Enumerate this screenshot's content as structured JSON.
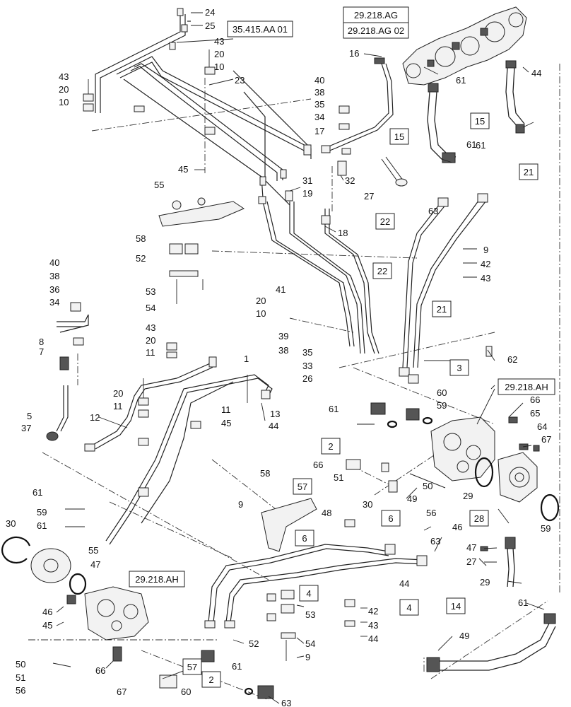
{
  "references": [
    "29.218.AG",
    "29.218.AG 02",
    "35.415.AA 01",
    "29.218.AH",
    "29.218.AH"
  ],
  "callouts": [
    "24",
    "25",
    "43",
    "20",
    "10",
    "23",
    "43",
    "20",
    "10",
    "16",
    "44",
    "40",
    "38",
    "35",
    "34",
    "17",
    "32",
    "31",
    "19",
    "27",
    "45",
    "55",
    "58",
    "52",
    "53",
    "54",
    "18",
    "63",
    "61",
    "9",
    "42",
    "43",
    "40",
    "38",
    "36",
    "34",
    "8",
    "7",
    "41",
    "20",
    "10",
    "39",
    "38",
    "35",
    "33",
    "26",
    "62",
    "5",
    "37",
    "43",
    "20",
    "11",
    "20",
    "11",
    "12",
    "1",
    "13",
    "11",
    "45",
    "44",
    "61",
    "60",
    "59",
    "66",
    "65",
    "64",
    "67",
    "66",
    "51",
    "50",
    "49",
    "56",
    "30",
    "29",
    "59",
    "61",
    "59",
    "61",
    "55",
    "58",
    "9",
    "48",
    "46",
    "47",
    "27",
    "29",
    "30",
    "47",
    "46",
    "45",
    "52",
    "53",
    "54",
    "9",
    "42",
    "43",
    "44",
    "61",
    "49",
    "50",
    "51",
    "56",
    "66",
    "67",
    "60",
    "61",
    "63",
    "63",
    "44",
    "61",
    "61"
  ],
  "boxed_callouts": [
    "15",
    "15",
    "21",
    "22",
    "22",
    "21",
    "3",
    "2",
    "57",
    "28",
    "6",
    "4",
    "6",
    "4",
    "14",
    "57",
    "2"
  ]
}
